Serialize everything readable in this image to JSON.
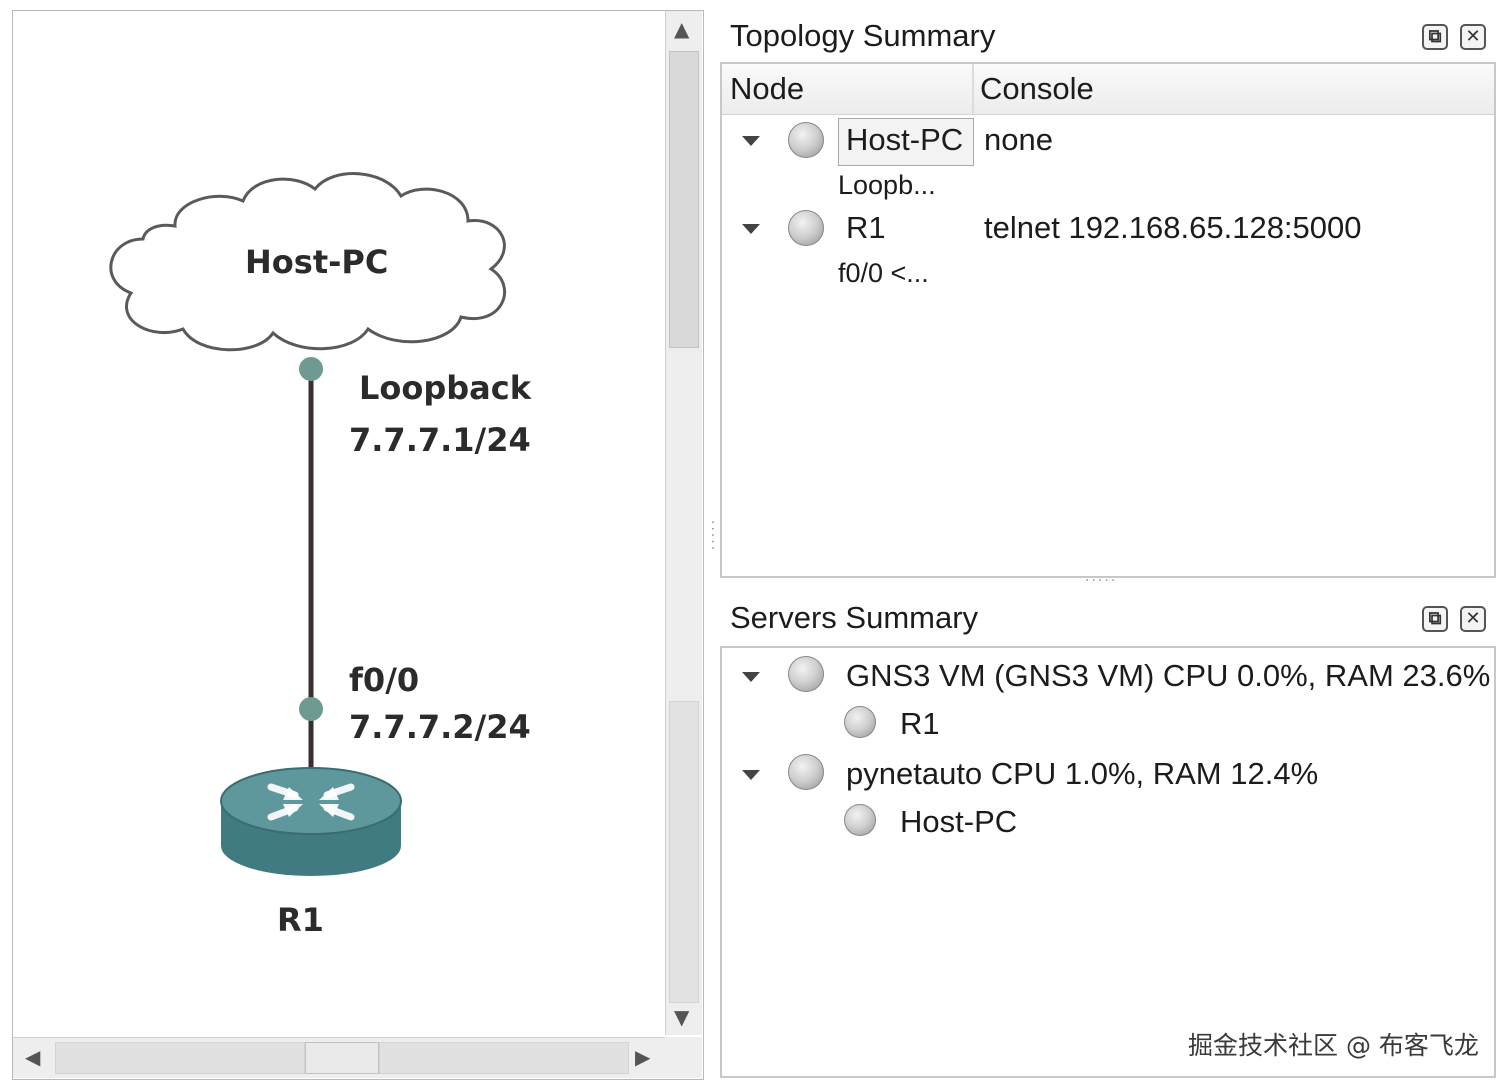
{
  "canvas": {
    "nodes": {
      "cloud": {
        "label": "Host-PC"
      },
      "router": {
        "label": "R1"
      }
    },
    "link": {
      "top_port": "Loopback",
      "top_ip": "7.7.7.1/24",
      "bottom_port": "f0/0",
      "bottom_ip": "7.7.7.2/24"
    }
  },
  "topology_summary": {
    "title": "Topology Summary",
    "columns": [
      "Node",
      "Console"
    ],
    "rows": [
      {
        "node": "Host-PC",
        "console": "none",
        "child": "Loopb..."
      },
      {
        "node": "R1",
        "console": "telnet 192.168.65.128:5000",
        "child": "f0/0 <..."
      }
    ]
  },
  "servers_summary": {
    "title": "Servers Summary",
    "servers": [
      {
        "label": "GNS3 VM (GNS3 VM) CPU 0.0%, RAM 23.6%",
        "nodes": [
          "R1"
        ]
      },
      {
        "label": "pynetauto CPU 1.0%, RAM 12.4%",
        "nodes": [
          "Host-PC"
        ]
      }
    ]
  },
  "watermark": "掘金技术社区 @ 布客飞龙",
  "colors": {
    "router": "#4a8a8e",
    "link": "#3a2f2f",
    "port_dot": "#6f9a92"
  }
}
